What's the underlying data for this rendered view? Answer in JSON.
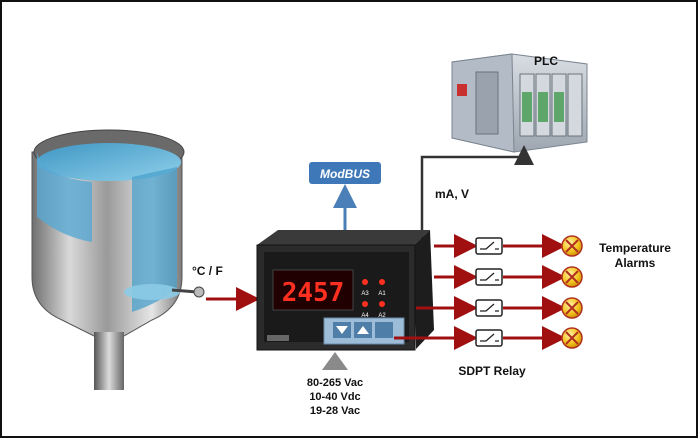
{
  "labels": {
    "sensor_unit": "°C / F",
    "modbus": "ModBUS",
    "plc": "PLC",
    "analog_output": "mA, V",
    "alarms_title_1": "Temperature",
    "alarms_title_2": "Alarms",
    "relay": "SDPT Relay",
    "power": [
      "80-265 Vac",
      "10-40 Vdc",
      "19-28 Vac"
    ]
  },
  "meter": {
    "display": "2457",
    "led_labels": [
      "A3",
      "A1",
      "A4",
      "A2"
    ]
  },
  "colors": {
    "signal_arrow": "#a01010",
    "alarm_lamp": "#f0c020",
    "modbus_box": "#3f78b8",
    "liquid": "#66b7d9"
  }
}
